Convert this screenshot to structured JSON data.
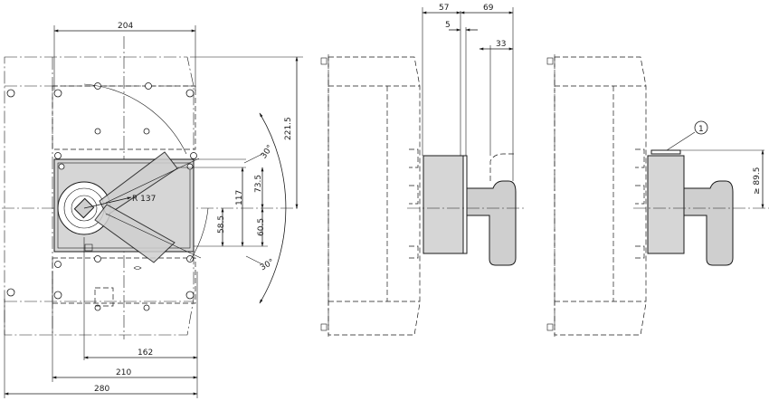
{
  "front_view": {
    "dims": {
      "w204": "204",
      "h221_5": "221.5",
      "h73_5": "73.5",
      "h117": "117",
      "h58_5": "58.5",
      "h60_5": "60.5",
      "radius": "R 137",
      "angle_top": "30°",
      "angle_bottom": "30°",
      "w162": "162",
      "w210": "210",
      "w280": "280"
    }
  },
  "side_view": {
    "dims": {
      "d57": "57",
      "d69": "69",
      "d5": "5",
      "d33": "33"
    }
  },
  "side_view_2": {
    "dims": {
      "h89_5": "≥ 89.5"
    },
    "callout": "1"
  },
  "colors": {
    "line": "#1a1a1a",
    "handle_grey": "#d6d6d6",
    "background": "#ffffff"
  }
}
